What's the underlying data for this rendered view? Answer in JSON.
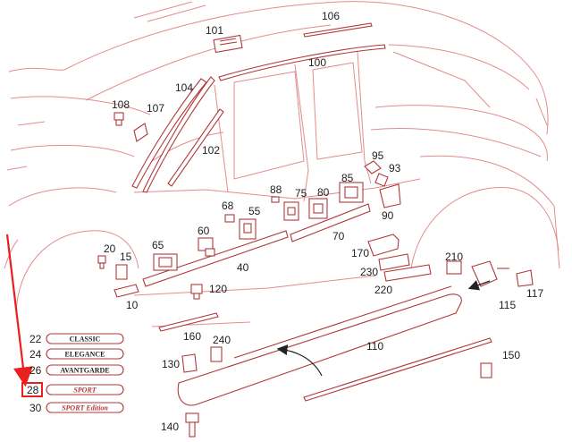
{
  "parts": {
    "p10": "10",
    "p15": "15",
    "p20": "20",
    "p22": "22",
    "p24": "24",
    "p26": "26",
    "p28": "28",
    "p30": "30",
    "p40": "40",
    "p55": "55",
    "p60": "60",
    "p65": "65",
    "p68": "68",
    "p70": "70",
    "p75": "75",
    "p80": "80",
    "p85": "85",
    "p88": "88",
    "p90": "90",
    "p93": "93",
    "p95": "95",
    "p100": "100",
    "p101": "101",
    "p102": "102",
    "p104": "104",
    "p106": "106",
    "p107": "107",
    "p108": "108",
    "p110": "110",
    "p115": "115",
    "p117": "117",
    "p120": "120",
    "p130": "130",
    "p140": "140",
    "p150": "150",
    "p160": "160",
    "p170": "170",
    "p210": "210",
    "p220": "220",
    "p230": "230",
    "p240": "240"
  },
  "badges": {
    "classic": "CLASSIC",
    "elegance": "ELEGANCE",
    "avantgarde": "AVANTGARDE",
    "sport": "SPORT",
    "sport_edition": "SPORT Edition"
  },
  "colors": {
    "line": "#e28c8c",
    "part_outline": "#b03838",
    "highlight": "#e82020"
  }
}
